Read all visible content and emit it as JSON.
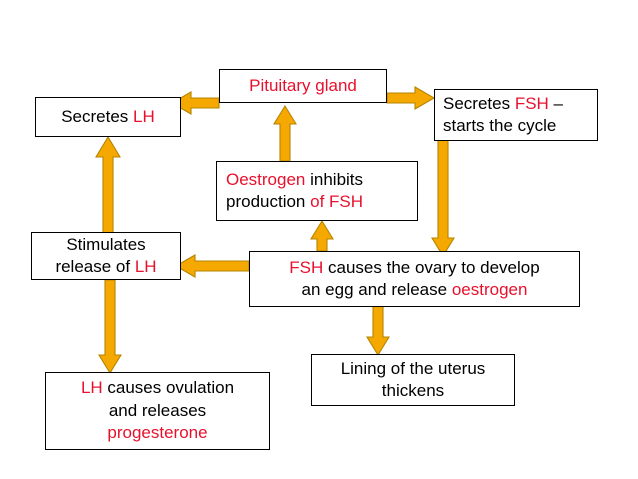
{
  "diagram": {
    "title": "Menstrual cycle hormone feedback flow chart",
    "colors": {
      "highlight_text": "#e8112d",
      "body_text": "#000000",
      "arrow_fill": "#f5a800",
      "arrow_outline": "#b58500",
      "box_border": "#000000",
      "background": "#ffffff"
    },
    "nodes": [
      {
        "id": "pituitary-gland",
        "name": "pituitary-gland-box",
        "segments": [
          {
            "text": "Pituitary gland",
            "color": "red"
          }
        ],
        "plain_text": "Pituitary gland"
      },
      {
        "id": "secretes-lh",
        "name": "secretes-lh-box",
        "segments": [
          {
            "text": "Secretes ",
            "color": "black"
          },
          {
            "text": "LH",
            "color": "red"
          }
        ],
        "plain_text": "Secretes LH"
      },
      {
        "id": "secretes-fsh",
        "name": "secretes-fsh-box",
        "lines": [
          [
            {
              "text": "Secretes ",
              "color": "black"
            },
            {
              "text": "FSH",
              "color": "red"
            },
            {
              "text": " –",
              "color": "black"
            }
          ],
          [
            {
              "text": "starts the cycle",
              "color": "black"
            }
          ]
        ],
        "plain_text": "Secretes FSH – starts the cycle"
      },
      {
        "id": "oestrogen-inhibits",
        "name": "oestrogen-inhibits-box",
        "lines": [
          [
            {
              "text": "Oestrogen",
              "color": "red"
            },
            {
              "text": " inhibits",
              "color": "black"
            }
          ],
          [
            {
              "text": "production ",
              "color": "black"
            },
            {
              "text": "of FSH",
              "color": "red"
            }
          ]
        ],
        "plain_text": "Oestrogen inhibits production of FSH"
      },
      {
        "id": "stimulates-release-lh",
        "name": "stimulates-release-of-lh-box",
        "lines": [
          [
            {
              "text": "Stimulates",
              "color": "black"
            }
          ],
          [
            {
              "text": "release of ",
              "color": "black"
            },
            {
              "text": "LH",
              "color": "red"
            }
          ]
        ],
        "plain_text": "Stimulates release of LH"
      },
      {
        "id": "fsh-causes-ovary",
        "name": "fsh-causes-ovary-box",
        "lines": [
          [
            {
              "text": "FSH",
              "color": "red"
            },
            {
              "text": " causes the ovary to develop",
              "color": "black"
            }
          ],
          [
            {
              "text": "an egg and release ",
              "color": "black"
            },
            {
              "text": "oestrogen",
              "color": "red"
            }
          ]
        ],
        "plain_text": "FSH causes the ovary to develop an egg and release oestrogen"
      },
      {
        "id": "uterus-lining",
        "name": "lining-of-uterus-box",
        "lines": [
          [
            {
              "text": "Lining of the uterus",
              "color": "black"
            }
          ],
          [
            {
              "text": "thickens",
              "color": "black"
            }
          ]
        ],
        "plain_text": "Lining of the uterus thickens"
      },
      {
        "id": "lh-causes-ovulation",
        "name": "lh-causes-ovulation-box",
        "lines": [
          [
            {
              "text": "LH",
              "color": "red"
            },
            {
              "text": " causes ovulation",
              "color": "black"
            }
          ],
          [
            {
              "text": "and releases",
              "color": "black"
            }
          ],
          [
            {
              "text": "progesterone",
              "color": "red"
            }
          ]
        ],
        "plain_text": "LH causes ovulation and releases progesterone"
      }
    ],
    "arrows": [
      {
        "id": "pituitary-to-secretes-lh",
        "from": "pituitary-gland",
        "to": "secretes-lh",
        "direction": "left"
      },
      {
        "id": "pituitary-to-secretes-fsh",
        "from": "pituitary-gland",
        "to": "secretes-fsh",
        "direction": "right"
      },
      {
        "id": "oestrogen-to-pituitary",
        "from": "oestrogen-inhibits",
        "to": "pituitary-gland",
        "direction": "up"
      },
      {
        "id": "fsh-causes-to-oestrogen",
        "from": "fsh-causes-ovary",
        "to": "oestrogen-inhibits",
        "direction": "up"
      },
      {
        "id": "fsh-causes-to-stimulates",
        "from": "fsh-causes-ovary",
        "to": "stimulates-release-lh",
        "direction": "left"
      },
      {
        "id": "secretes-fsh-to-fsh-causes",
        "from": "secretes-fsh",
        "to": "fsh-causes-ovary",
        "direction": "down"
      },
      {
        "id": "fsh-causes-to-uterus",
        "from": "fsh-causes-ovary",
        "to": "uterus-lining",
        "direction": "down"
      },
      {
        "id": "stimulates-to-lh-causes",
        "from": "stimulates-release-lh",
        "to": "lh-causes-ovulation",
        "direction": "down"
      },
      {
        "id": "stimulates-to-secretes-lh",
        "from": "stimulates-release-lh",
        "to": "secretes-lh",
        "direction": "up"
      }
    ]
  }
}
